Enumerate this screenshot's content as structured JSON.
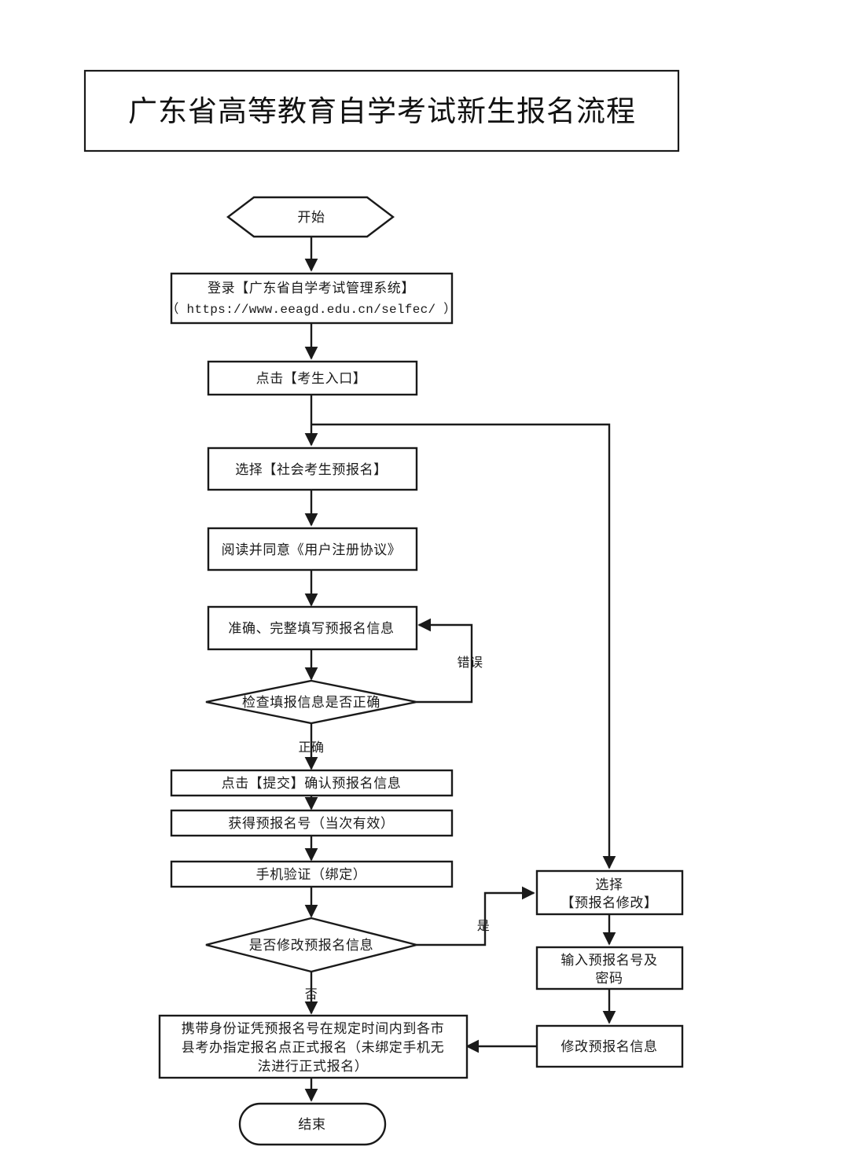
{
  "document": {
    "title": "广东省高等教育自学考试新生报名流程",
    "type": "flowchart"
  },
  "chart_data": {
    "type": "diagram",
    "title": "广东省高等教育自学考试新生报名流程",
    "nodes": [
      {
        "id": "start",
        "shape": "hexagon",
        "label": "开始"
      },
      {
        "id": "login",
        "shape": "rectangle",
        "label_line1": "登录【广东省自学考试管理系统】",
        "label_line2": "（ https://www.eeagd.edu.cn/selfec/ ）"
      },
      {
        "id": "entry",
        "shape": "rectangle",
        "label": "点击【考生入口】"
      },
      {
        "id": "choose_pre",
        "shape": "rectangle",
        "label": "选择【社会考生预报名】"
      },
      {
        "id": "agreement",
        "shape": "rectangle",
        "label": "阅读并同意《用户注册协议》"
      },
      {
        "id": "fill_info",
        "shape": "rectangle",
        "label": "准确、完整填写预报名信息"
      },
      {
        "id": "check_info",
        "shape": "diamond",
        "label": "检查填报信息是否正确"
      },
      {
        "id": "submit",
        "shape": "rectangle",
        "label": "点击【提交】确认预报名信息"
      },
      {
        "id": "get_number",
        "shape": "rectangle",
        "label": "获得预报名号（当次有效）"
      },
      {
        "id": "phone_verify",
        "shape": "rectangle",
        "label": "手机验证（绑定）"
      },
      {
        "id": "modify_q",
        "shape": "diamond",
        "label": "是否修改预报名信息"
      },
      {
        "id": "formal_reg",
        "shape": "rectangle",
        "label_line1": "携带身份证凭预报名号在规定时间内到各市",
        "label_line2": "县考办指定报名点正式报名（未绑定手机无",
        "label_line3": "法进行正式报名）"
      },
      {
        "id": "end",
        "shape": "rounded",
        "label": "结束"
      },
      {
        "id": "choose_mod",
        "shape": "rectangle",
        "label_line1": "选择",
        "label_line2": "【预报名修改】"
      },
      {
        "id": "input_cred",
        "shape": "rectangle",
        "label_line1": "输入预报名号及",
        "label_line2": "密码"
      },
      {
        "id": "modify_info",
        "shape": "rectangle",
        "label": "修改预报名信息"
      }
    ],
    "edge_labels": {
      "error": "错误",
      "correct": "正确",
      "yes": "是",
      "no": "否"
    },
    "edges": [
      {
        "from": "start",
        "to": "login"
      },
      {
        "from": "login",
        "to": "entry"
      },
      {
        "from": "entry",
        "to": "choose_pre"
      },
      {
        "from": "entry",
        "to": "choose_mod"
      },
      {
        "from": "choose_pre",
        "to": "agreement"
      },
      {
        "from": "agreement",
        "to": "fill_info"
      },
      {
        "from": "fill_info",
        "to": "check_info"
      },
      {
        "from": "check_info",
        "to": "fill_info",
        "label": "错误"
      },
      {
        "from": "check_info",
        "to": "submit",
        "label": "正确"
      },
      {
        "from": "submit",
        "to": "get_number"
      },
      {
        "from": "get_number",
        "to": "phone_verify"
      },
      {
        "from": "phone_verify",
        "to": "modify_q"
      },
      {
        "from": "modify_q",
        "to": "choose_mod",
        "label": "是"
      },
      {
        "from": "modify_q",
        "to": "formal_reg",
        "label": "否"
      },
      {
        "from": "formal_reg",
        "to": "end"
      },
      {
        "from": "choose_mod",
        "to": "input_cred"
      },
      {
        "from": "input_cred",
        "to": "modify_info"
      },
      {
        "from": "modify_info",
        "to": "formal_reg"
      }
    ],
    "colors": {
      "stroke": "#1a1a1a",
      "fill": "#ffffff",
      "background": "#ffffff"
    }
  }
}
